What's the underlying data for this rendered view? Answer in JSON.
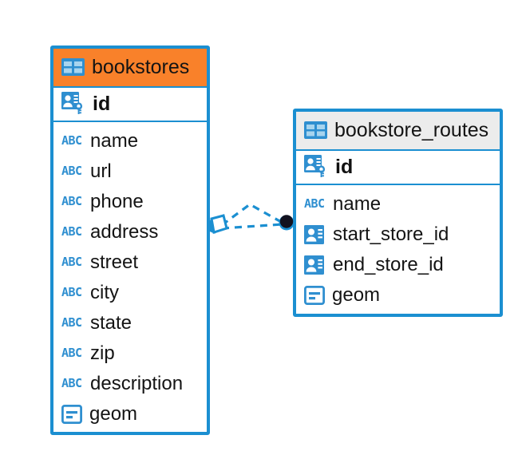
{
  "diagram": {
    "kind": "entity-relationship-diagram",
    "background": "#ffffff",
    "accent_blue": "#1b8fd1",
    "accent_orange": "#f9812a",
    "header_gray": "#ececec",
    "icon_blue": "#2f8fd0",
    "text_color": "#141414"
  },
  "entities": [
    {
      "id": "bookstores",
      "title": "bookstores",
      "header_color": "#f9812a",
      "header_icon": "table-icon",
      "primary_key": {
        "name": "id",
        "icon": "primary-key-icon"
      },
      "fields": [
        {
          "name": "name",
          "icon": "abc-icon",
          "icon_label": "ABC"
        },
        {
          "name": "url",
          "icon": "abc-icon",
          "icon_label": "ABC"
        },
        {
          "name": "phone",
          "icon": "abc-icon",
          "icon_label": "ABC"
        },
        {
          "name": "address",
          "icon": "abc-icon",
          "icon_label": "ABC"
        },
        {
          "name": "street",
          "icon": "abc-icon",
          "icon_label": "ABC"
        },
        {
          "name": "city",
          "icon": "abc-icon",
          "icon_label": "ABC"
        },
        {
          "name": "state",
          "icon": "abc-icon",
          "icon_label": "ABC"
        },
        {
          "name": "zip",
          "icon": "abc-icon",
          "icon_label": "ABC"
        },
        {
          "name": "description",
          "icon": "abc-icon",
          "icon_label": "ABC"
        },
        {
          "name": "geom",
          "icon": "geometry-icon",
          "icon_label": ""
        }
      ]
    },
    {
      "id": "bookstore_routes",
      "title": "bookstore_routes",
      "header_color": "#ececec",
      "header_icon": "table-icon",
      "primary_key": {
        "name": "id",
        "icon": "primary-key-icon"
      },
      "fields": [
        {
          "name": "name",
          "icon": "abc-icon",
          "icon_label": "ABC"
        },
        {
          "name": "start_store_id",
          "icon": "foreign-key-icon",
          "icon_label": ""
        },
        {
          "name": "end_store_id",
          "icon": "foreign-key-icon",
          "icon_label": ""
        },
        {
          "name": "geom",
          "icon": "geometry-icon",
          "icon_label": ""
        }
      ]
    }
  ],
  "relationship": {
    "name": "bookstores-to-bookstore-routes",
    "style": "dashed",
    "color": "#1b8fd1",
    "source_marker": "diamond-crowsfoot-marker",
    "target_marker": "filled-circle-marker",
    "target_marker_color": "#111122"
  }
}
